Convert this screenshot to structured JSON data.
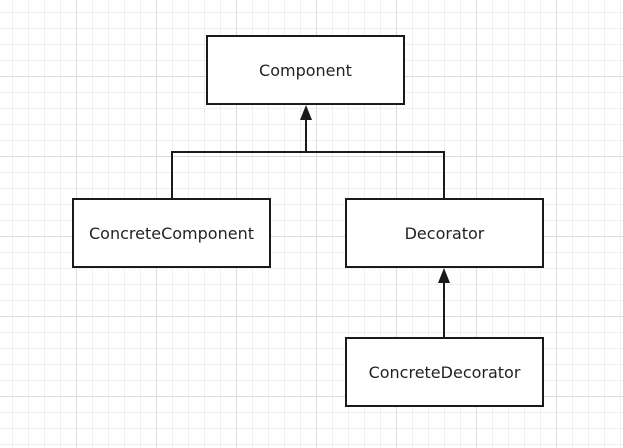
{
  "diagram": {
    "nodes": {
      "component": "Component",
      "concrete_component": "ConcreteComponent",
      "decorator": "Decorator",
      "concrete_decorator": "ConcreteDecorator"
    },
    "edges": [
      {
        "from": "ConcreteComponent",
        "to": "Component",
        "type": "inheritance-arrow"
      },
      {
        "from": "Decorator",
        "to": "Component",
        "type": "inheritance-arrow"
      },
      {
        "from": "ConcreteDecorator",
        "to": "Decorator",
        "type": "inheritance-arrow"
      }
    ]
  },
  "colors": {
    "line": "#1a1a1a",
    "grid": "#dcdcdc",
    "background": "#ffffff"
  }
}
